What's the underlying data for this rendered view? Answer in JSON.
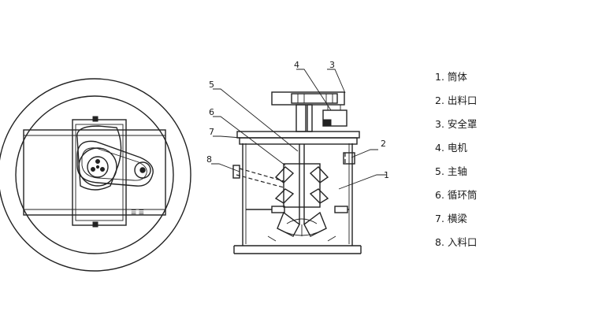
{
  "callouts": [
    {
      "id": "1",
      "label": "1"
    },
    {
      "id": "2",
      "label": "2"
    },
    {
      "id": "3",
      "label": "3"
    },
    {
      "id": "4",
      "label": "4"
    },
    {
      "id": "5",
      "label": "5"
    },
    {
      "id": "6",
      "label": "6"
    },
    {
      "id": "7",
      "label": "7"
    },
    {
      "id": "8",
      "label": "8"
    }
  ],
  "legend": [
    {
      "text": "1. 筒体"
    },
    {
      "text": "2. 出料口"
    },
    {
      "text": "3. 安全罩"
    },
    {
      "text": "4. 电机"
    },
    {
      "text": "5. 主轴"
    },
    {
      "text": "6. 循环筒"
    },
    {
      "text": "7. 横梁"
    },
    {
      "text": "8. 入料口"
    }
  ]
}
